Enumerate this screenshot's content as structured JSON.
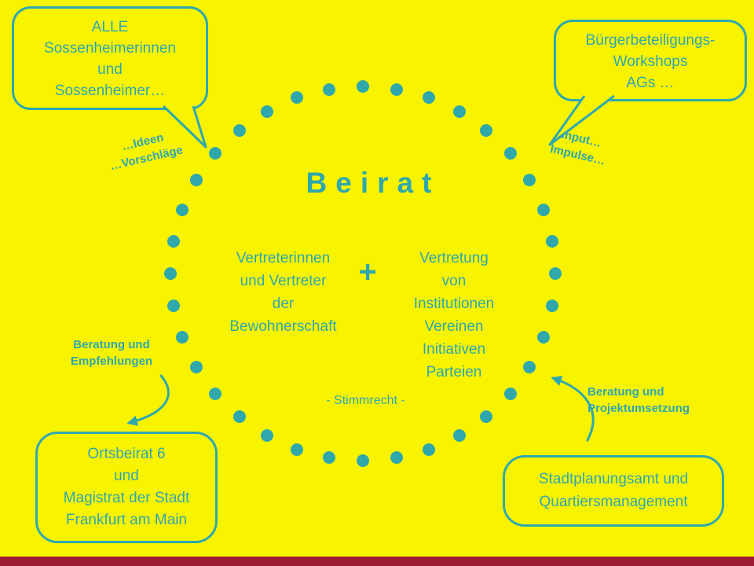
{
  "colors": {
    "background": "#F8F400",
    "accent": "#2FA8AC",
    "footer_stripe": "#9B1B30"
  },
  "title": "Beirat",
  "circle": {
    "left_group": [
      "Vertreterinnen",
      "und Vertreter",
      "der",
      "Bewohnerschaft"
    ],
    "plus": "+",
    "right_group": [
      "Vertretung",
      "von",
      "Institutionen",
      "Vereinen",
      "Initiativen",
      "Parteien"
    ],
    "voting": "- Stimmrecht -"
  },
  "bubble_top_left": [
    "ALLE",
    "Sossenheimerinnen",
    "und",
    "Sossenheimer…"
  ],
  "bubble_top_right": [
    "Bürgerbeteiligungs-",
    "Workshops",
    "AGs …"
  ],
  "box_bottom_left": [
    "Ortsbeirat 6",
    "und",
    "Magistrat der Stadt",
    "Frankfurt am Main"
  ],
  "box_bottom_right": [
    "Stadtplanungsamt und",
    "Quartiersmanagement"
  ],
  "labels": {
    "ideas": [
      "…Ideen",
      "…Vorschläge"
    ],
    "input": [
      "Input…",
      "Impulse…"
    ],
    "advice_left": [
      "Beratung und",
      "Empfehlungen"
    ],
    "advice_right": [
      "Beratung und",
      "Projektumsetzung"
    ]
  }
}
